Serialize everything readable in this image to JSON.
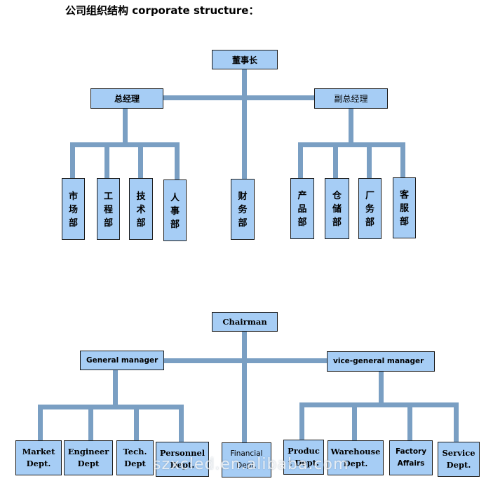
{
  "title": "公司组织结构 corporate structure：",
  "colors": {
    "box_fill": "#a6cdf5",
    "connector": "#7a9fc3",
    "border": "#1a1a1a"
  },
  "chinese_chart": {
    "top": "董事长",
    "left_manager": "总经理",
    "right_manager": "副总经理",
    "left_depts": [
      "市\n场\n部",
      "工\n程\n部",
      "技\n术\n部",
      "人\n事\n部"
    ],
    "center_dept": "财\n务\n部",
    "right_depts": [
      "产\n品\n部",
      "仓\n储\n部",
      "厂\n务\n部",
      "客\n服\n部"
    ]
  },
  "english_chart": {
    "top": "Chairman",
    "left_manager": "General manager",
    "right_manager": "vice-general manager",
    "left_depts": [
      "Market\nDept.",
      "Engineer\nDept",
      "Tech.\nDept",
      "Personnel\nDept."
    ],
    "center_dept": "Financial\nDept.",
    "right_depts": [
      "Produc\nt Dept.",
      "Warehouse\nDept.",
      "Factory\nAffairs",
      "Service\nDept."
    ]
  },
  "watermark": "szxcled.en.alibaba.com"
}
